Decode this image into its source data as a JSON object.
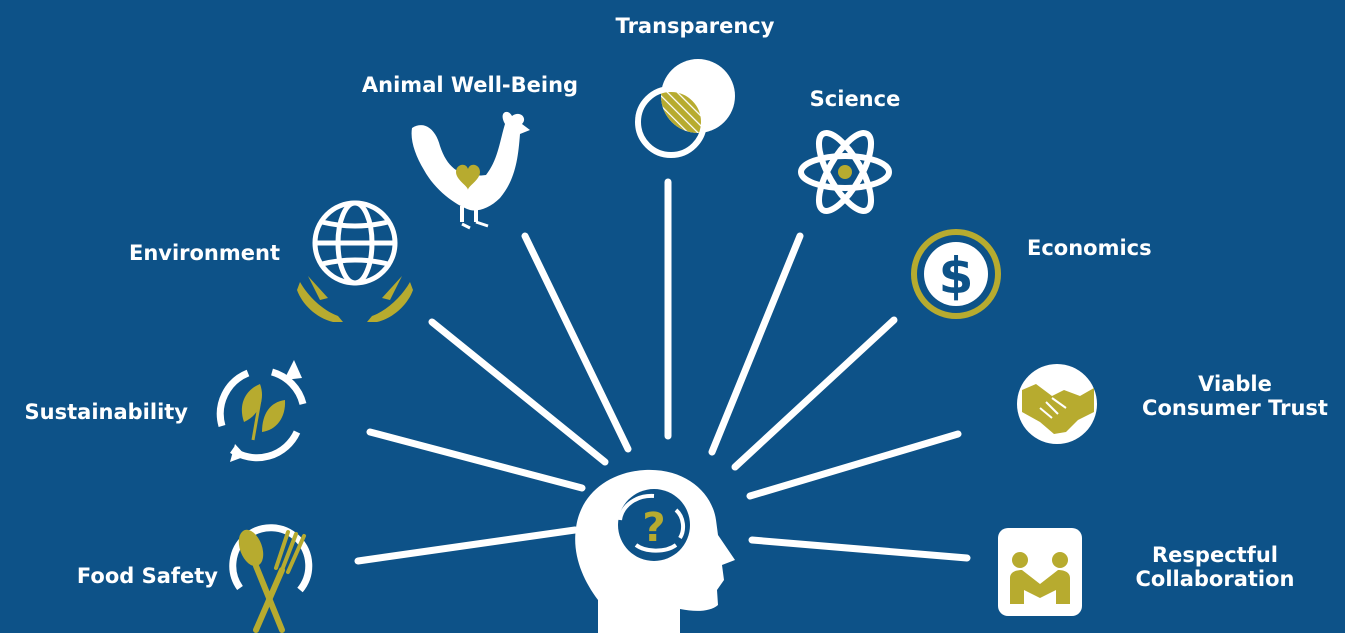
{
  "colors": {
    "background": "#0d5288",
    "accent_gold": "#b7ab2f",
    "white": "#ffffff"
  },
  "center": {
    "icon": "head-question-icon",
    "symbol": "?"
  },
  "topics": [
    {
      "id": "transparency",
      "label": "Transparency",
      "icon": "overlapping-circles-icon"
    },
    {
      "id": "animal-well-being",
      "label": "Animal Well-Being",
      "icon": "chicken-heart-icon"
    },
    {
      "id": "science",
      "label": "Science",
      "icon": "atom-icon"
    },
    {
      "id": "environment",
      "label": "Environment",
      "icon": "globe-hands-icon"
    },
    {
      "id": "economics",
      "label": "Economics",
      "icon": "dollar-icon",
      "symbol": "$"
    },
    {
      "id": "sustainability",
      "label": "Sustainability",
      "icon": "recycle-leaf-icon"
    },
    {
      "id": "viable-consumer-trust",
      "label_line1": "Viable",
      "label_line2": "Consumer Trust",
      "icon": "handshake-icon"
    },
    {
      "id": "food-safety",
      "label": "Food Safety",
      "icon": "fork-spoon-icon"
    },
    {
      "id": "respectful-collaboration",
      "label_line1": "Respectful",
      "label_line2": "Collaboration",
      "icon": "people-meeting-icon"
    }
  ]
}
